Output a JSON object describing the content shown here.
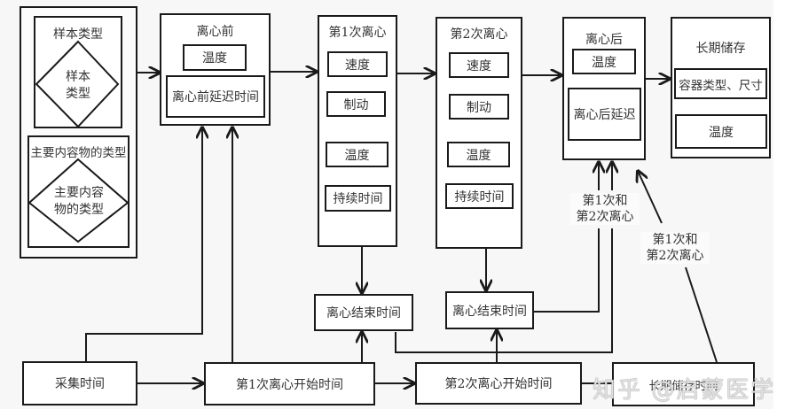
{
  "diagram": {
    "sample": {
      "sample_type_title": "样本类型",
      "sample_type_diamond": [
        "样本",
        "类型"
      ],
      "content_type_title": "主要内容物的类型",
      "content_type_diamond": [
        "主要内容",
        "物的类型"
      ]
    },
    "pre_centrifuge": {
      "title": "离心前",
      "temperature": "温度",
      "delay": "离心前延迟时间"
    },
    "first_centrifuge": {
      "title": "第1次离心",
      "speed": "速度",
      "brake": "制动",
      "temperature": "温度",
      "duration": "持续时间"
    },
    "second_centrifuge": {
      "title": "第2次离心",
      "speed": "速度",
      "brake": "制动",
      "temperature": "温度",
      "duration": "持续时间"
    },
    "post_centrifuge": {
      "title": "离心后",
      "temperature": "温度",
      "delay": "离心后延迟"
    },
    "long_term_storage": {
      "title": "长期储存",
      "container": "容器类型、尺寸",
      "temperature": "温度"
    },
    "timeline": {
      "collection_time": "采集时间",
      "first_start": "第1次离心开始时间",
      "first_end": "离心结束时间",
      "second_start": "第2次离心开始时间",
      "second_end": "离心结束时间",
      "storage_time": "长期储存时间"
    },
    "edge_labels": {
      "both_centrifuges_1": [
        "第1次和",
        "第2次离心"
      ],
      "both_centrifuges_2": [
        "第1次和",
        "第2次离心"
      ]
    },
    "watermark": "知乎 @启蒙医学"
  }
}
